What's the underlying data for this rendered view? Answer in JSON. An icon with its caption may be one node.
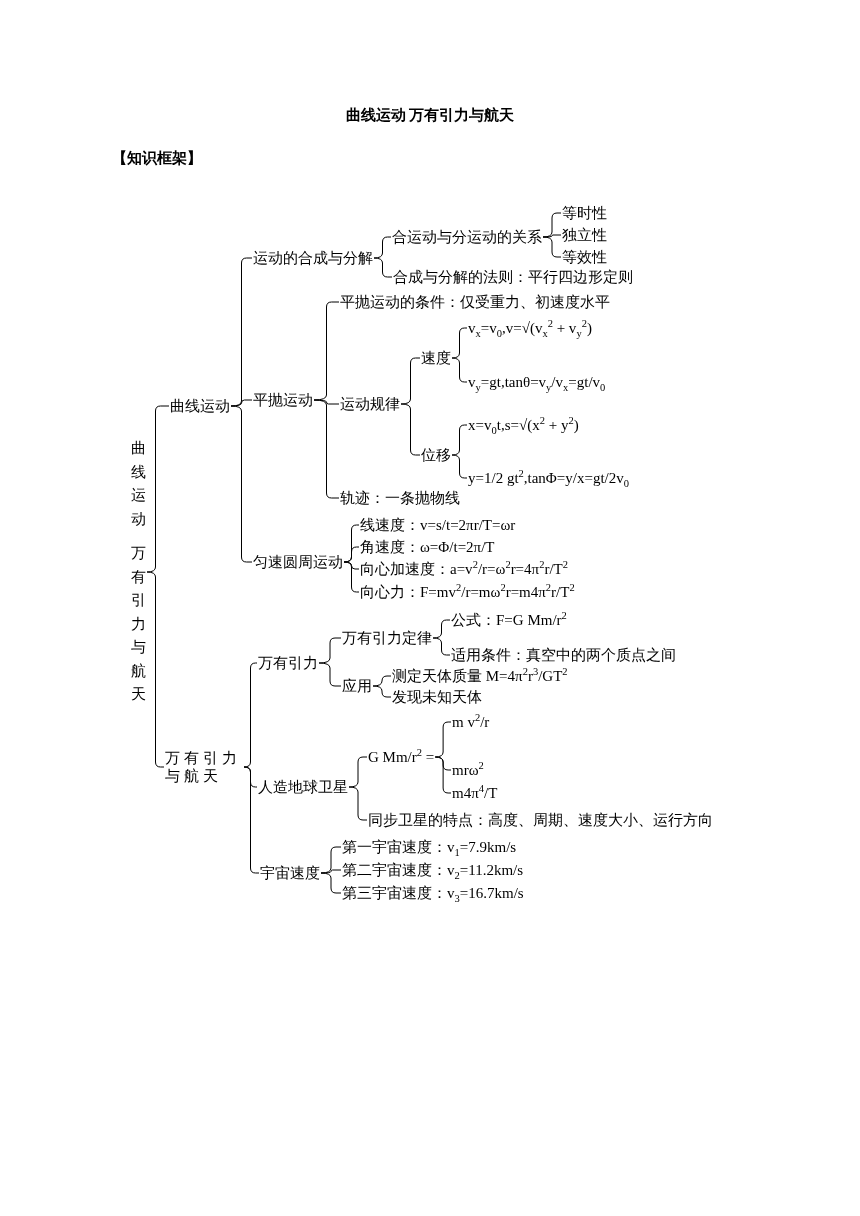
{
  "diagram": {
    "title": "曲线运动 万有引力与航天",
    "nodes": [
      {
        "text": [
          "曲线运动",
          "万有引力与航天"
        ]
      },
      {
        "text": [
          "曲线运动"
        ]
      },
      {
        "text": [
          "运动的合成与分解"
        ]
      },
      {
        "text": [
          "合运动与分运动的关系"
        ]
      },
      {
        "text": [
          "等时性"
        ]
      },
      {
        "text": [
          "独立性"
        ]
      },
      {
        "text": [
          "等效性"
        ]
      },
      {
        "text": [
          "合成与分解的法则：平行四边形定则"
        ]
      },
      {
        "text": [
          "平抛运动"
        ]
      },
      {
        "text": [
          "平抛运动的条件：仅受重力、初速度水平"
        ]
      },
      {
        "text": [
          "运动规律"
        ]
      },
      {
        "text": [
          "速度"
        ]
      },
      {
        "text": [
          "v$_{x}$=v$_{0}$,v=√(v$_{x}$$^{2}$ + v$_{y}$$^{2}$)"
        ]
      },
      {
        "text": [
          "v$_{y}$=gt,tanθ=v$_{y}$/v$_{x}$=gt/v$_{0}$"
        ]
      },
      {
        "text": [
          "位移"
        ]
      },
      {
        "text": [
          "x=v$_{0}$t,s=√(x$^{2}$ + y$^{2}$)"
        ]
      },
      {
        "text": [
          "y=1/2 gt$^{2}$,tanΦ=y/x=gt/2v$_{0}$"
        ]
      },
      {
        "text": [
          "轨迹：一条抛物线"
        ]
      },
      {
        "text": [
          "匀速圆周运动"
        ]
      },
      {
        "text": [
          "线速度：v=s/t=2πr/T=ωr"
        ]
      },
      {
        "text": [
          "角速度：ω=Φ/t=2π/T"
        ]
      },
      {
        "text": [
          "向心加速度：a=v$^{2}$/r=ω$^{2}$r=4π$^{2}$r/T$^{2}$"
        ]
      },
      {
        "text": [
          "向心力：F=mv$^{2}$/r=mω$^{2}$r=m4π$^{2}$r/T$^{2}$"
        ]
      },
      {
        "text": [
          "万有引力与航天"
        ]
      },
      {
        "text": [
          "万有引力"
        ]
      },
      {
        "text": [
          "万有引力定律"
        ]
      },
      {
        "text": [
          "公式：F=G Mm/r$^{2}$"
        ]
      },
      {
        "text": [
          "适用条件：真空中的两个质点之间"
        ]
      },
      {
        "text": [
          "应用"
        ]
      },
      {
        "text": [
          "测定天体质量 M=4π$^{2}$r$^{3}$/GT$^{2}$"
        ]
      },
      {
        "text": [
          "发现未知天体"
        ]
      },
      {
        "text": [
          "人造地球卫星"
        ]
      },
      {
        "text": [
          "G Mm/r$^{2}$ ="
        ]
      },
      {
        "text": [
          "m v$^{2}$/r"
        ]
      },
      {
        "text": [
          "mrω$^{2}$"
        ]
      },
      {
        "text": [
          "m4π$^{4}$/T"
        ]
      },
      {
        "text": [
          "同步卫星的特点：高度、周期、速度大小、运行方向"
        ]
      },
      {
        "text": [
          "宇宙速度"
        ]
      },
      {
        "text": [
          "第一宇宙速度：v$_{1}$=7.9km/s"
        ]
      },
      {
        "text": [
          "第二宇宙速度：v$_{2}$=11.2km/s"
        ]
      },
      {
        "text": [
          "第三宇宙速度：v$_{3}$=16.7km/s"
        ]
      }
    ],
    "edges": [
      {
        "from": 0,
        "to": 1,
        "arrow": "none"
      },
      {
        "from": 0,
        "to": 23,
        "arrow": "none"
      },
      {
        "from": 1,
        "to": 2,
        "arrow": "none"
      },
      {
        "from": 1,
        "to": 8,
        "arrow": "none"
      },
      {
        "from": 1,
        "to": 18,
        "arrow": "none"
      },
      {
        "from": 2,
        "to": 3,
        "arrow": "none"
      },
      {
        "from": 2,
        "to": 7,
        "arrow": "none"
      },
      {
        "from": 3,
        "to": 4,
        "arrow": "none"
      },
      {
        "from": 3,
        "to": 5,
        "arrow": "none"
      },
      {
        "from": 3,
        "to": 6,
        "arrow": "none"
      },
      {
        "from": 8,
        "to": 9,
        "arrow": "none"
      },
      {
        "from": 8,
        "to": 10,
        "arrow": "none"
      },
      {
        "from": 8,
        "to": 17,
        "arrow": "none"
      },
      {
        "from": 10,
        "to": 11,
        "arrow": "none"
      },
      {
        "from": 10,
        "to": 14,
        "arrow": "none"
      },
      {
        "from": 11,
        "to": 12,
        "arrow": "none"
      },
      {
        "from": 11,
        "to": 13,
        "arrow": "none"
      },
      {
        "from": 14,
        "to": 15,
        "arrow": "none"
      },
      {
        "from": 14,
        "to": 16,
        "arrow": "none"
      },
      {
        "from": 18,
        "to": 19,
        "arrow": "none"
      },
      {
        "from": 18,
        "to": 20,
        "arrow": "none"
      },
      {
        "from": 18,
        "to": 21,
        "arrow": "none"
      },
      {
        "from": 18,
        "to": 22,
        "arrow": "none"
      },
      {
        "from": 23,
        "to": 24,
        "arrow": "none"
      },
      {
        "from": 23,
        "to": 31,
        "arrow": "none"
      },
      {
        "from": 23,
        "to": 37,
        "arrow": "none"
      },
      {
        "from": 24,
        "to": 25,
        "arrow": "none"
      },
      {
        "from": 24,
        "to": 28,
        "arrow": "none"
      },
      {
        "from": 25,
        "to": 26,
        "arrow": "none"
      },
      {
        "from": 25,
        "to": 27,
        "arrow": "none"
      },
      {
        "from": 28,
        "to": 29,
        "arrow": "none"
      },
      {
        "from": 28,
        "to": 30,
        "arrow": "none"
      },
      {
        "from": 31,
        "to": 32,
        "arrow": "none"
      },
      {
        "from": 31,
        "to": 36,
        "arrow": "none"
      },
      {
        "from": 32,
        "to": 33,
        "arrow": "none"
      },
      {
        "from": 32,
        "to": 34,
        "arrow": "none"
      },
      {
        "from": 32,
        "to": 35,
        "arrow": "none"
      },
      {
        "from": 37,
        "to": 38,
        "arrow": "none"
      },
      {
        "from": 37,
        "to": 39,
        "arrow": "none"
      },
      {
        "from": 37,
        "to": 40,
        "arrow": "none"
      }
    ],
    "labels": [
      "【知识框架】"
    ]
  }
}
